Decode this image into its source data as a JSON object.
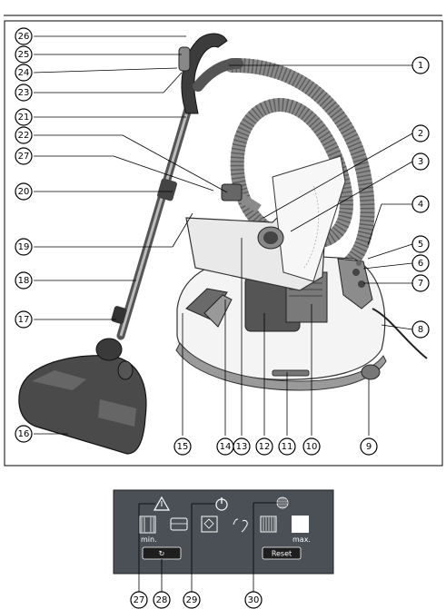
{
  "callouts": [
    {
      "id": "c26",
      "label": "26"
    },
    {
      "id": "c25",
      "label": "25"
    },
    {
      "id": "c24",
      "label": "24"
    },
    {
      "id": "c23",
      "label": "23"
    },
    {
      "id": "c21",
      "label": "21"
    },
    {
      "id": "c22",
      "label": "22"
    },
    {
      "id": "c27a",
      "label": "27"
    },
    {
      "id": "c20",
      "label": "20"
    },
    {
      "id": "c19",
      "label": "19"
    },
    {
      "id": "c18",
      "label": "18"
    },
    {
      "id": "c17",
      "label": "17"
    },
    {
      "id": "c16",
      "label": "16"
    },
    {
      "id": "c1",
      "label": "1"
    },
    {
      "id": "c2",
      "label": "2"
    },
    {
      "id": "c3",
      "label": "3"
    },
    {
      "id": "c4",
      "label": "4"
    },
    {
      "id": "c5",
      "label": "5"
    },
    {
      "id": "c6",
      "label": "6"
    },
    {
      "id": "c7",
      "label": "7"
    },
    {
      "id": "c8",
      "label": "8"
    },
    {
      "id": "c9",
      "label": "9"
    },
    {
      "id": "c15",
      "label": "15"
    },
    {
      "id": "c14",
      "label": "14"
    },
    {
      "id": "c13",
      "label": "13"
    },
    {
      "id": "c12",
      "label": "12"
    },
    {
      "id": "c11",
      "label": "11"
    },
    {
      "id": "c10",
      "label": "10"
    },
    {
      "id": "c27b",
      "label": "27"
    },
    {
      "id": "c28",
      "label": "28"
    },
    {
      "id": "c29",
      "label": "29"
    },
    {
      "id": "c30",
      "label": "30"
    }
  ],
  "panel": {
    "min_label": "min.",
    "max_label": "max.",
    "reset_label": "Reset",
    "rotate_symbol": "↻"
  },
  "colors": {
    "panel_bg": "#4a5056",
    "body_bg": "#f2f2f2",
    "hose": "#7d7d7d",
    "dark": "#3a3a3a"
  }
}
